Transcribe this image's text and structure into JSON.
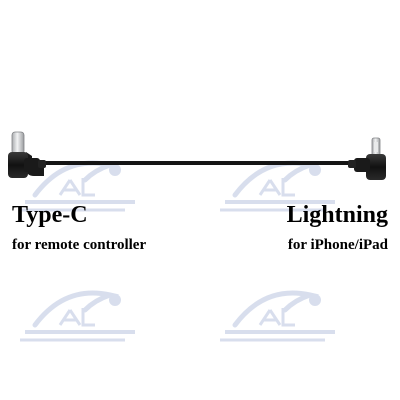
{
  "left_connector": {
    "title": "Type-C",
    "subtitle": "for remote controller"
  },
  "right_connector": {
    "title": "Lightning",
    "subtitle": "for iPhone/iPad"
  },
  "colors": {
    "background": "#ffffff",
    "cable": "#1a1a1a",
    "connector_metal": "#d9dadc",
    "text": "#000000",
    "watermark": "#2b4fa0"
  },
  "watermark_icon": "blue-logo-icon"
}
